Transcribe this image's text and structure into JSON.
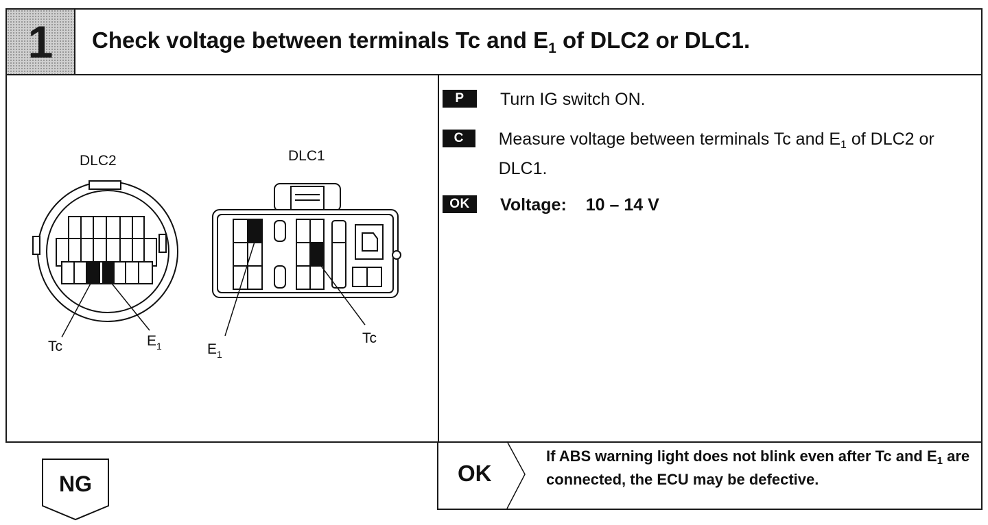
{
  "step": {
    "number": "1"
  },
  "title": {
    "prefix": "Check voltage between terminals Tc and E",
    "sub": "1",
    "suffix": " of DLC2 or DLC1."
  },
  "diagram": {
    "dlc2_label": "DLC2",
    "dlc1_label": "DLC1",
    "tc": "Tc",
    "e": "E",
    "sub1": "1"
  },
  "steps": {
    "p": {
      "badge": "P",
      "text": "Turn IG switch ON."
    },
    "c": {
      "badge": "C",
      "prefix": "Measure voltage between terminals Tc and E",
      "sub": "1",
      "suffix": " of DLC2 or DLC1."
    },
    "ok": {
      "badge": "OK",
      "label": "Voltage:",
      "value": "10 – 14 V"
    }
  },
  "result": {
    "ok_label": "OK",
    "prefix": "If ABS warning light does not blink even after Tc and E",
    "sub": "1",
    "suffix": " are connected, the ECU may be defective."
  },
  "ng": {
    "label": "NG"
  }
}
